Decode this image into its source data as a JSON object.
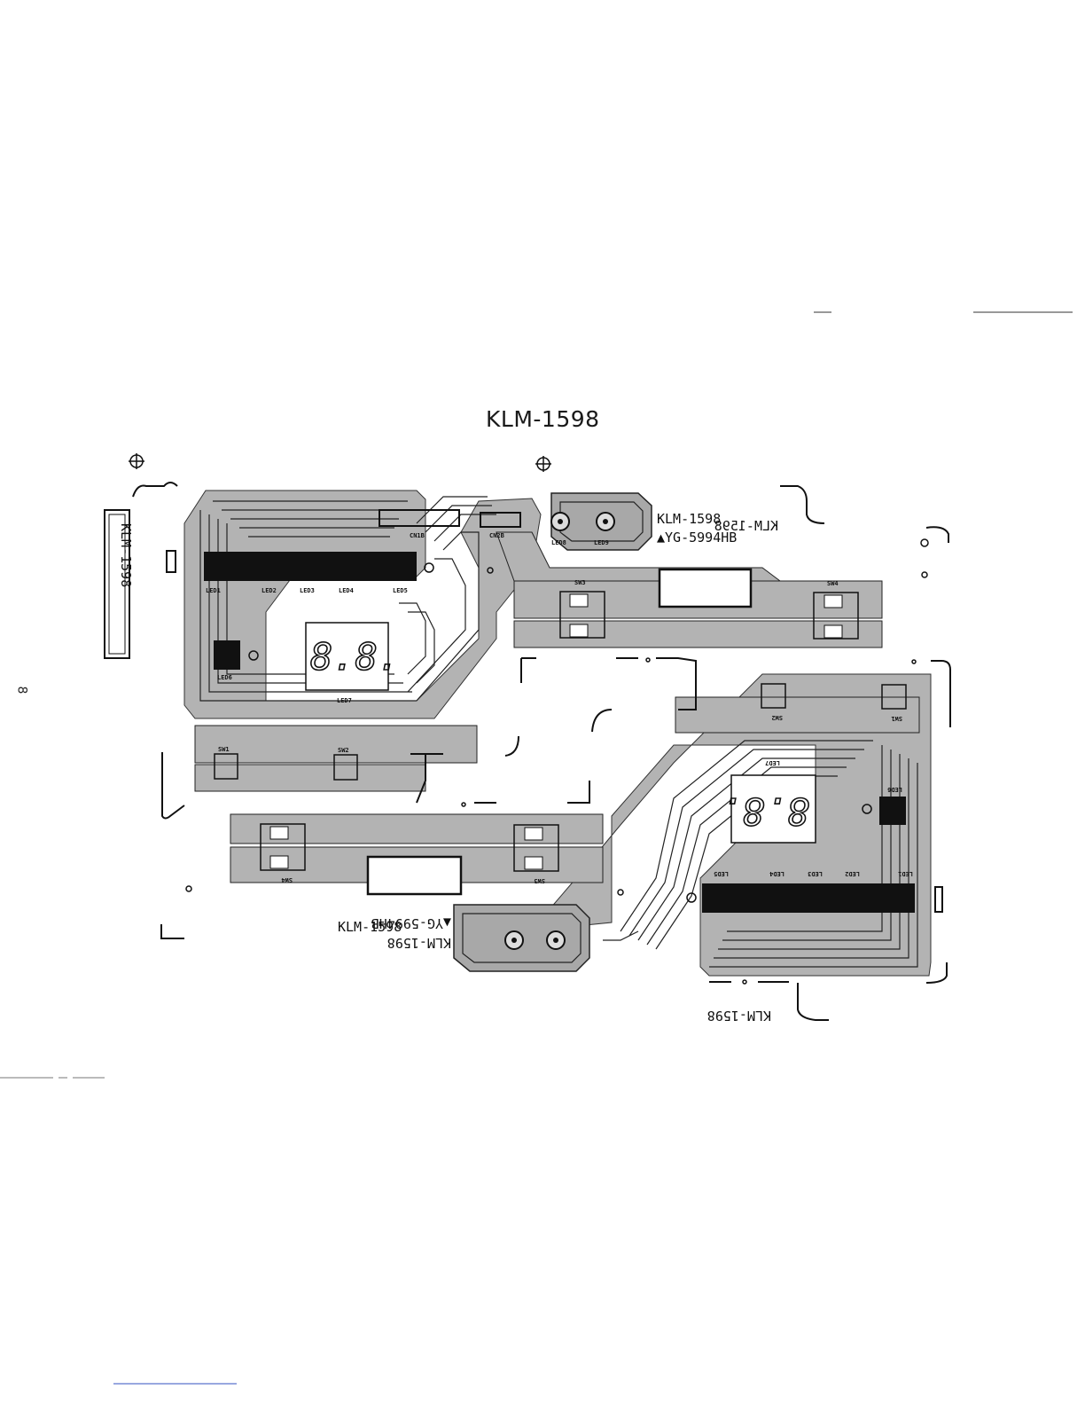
{
  "page_number": "8",
  "diagram_title": "KLM-1598",
  "board": {
    "model_label": "KLM-1598",
    "part_label": "▲YG-5994HB",
    "bottom_label": "KLM-1598",
    "side_label": "KLM-1598"
  },
  "upper_half": {
    "connectors": [
      "CN1B",
      "CN2B"
    ],
    "leds_top": [
      "LED8",
      "LED9"
    ],
    "leds_row": [
      "LED1",
      "LED2",
      "LED3",
      "LED4",
      "LED5"
    ],
    "led6": "LED6",
    "led7": "LED7",
    "switches": [
      "SW1",
      "SW2",
      "SW3",
      "SW4"
    ],
    "display_digits": "8.8."
  },
  "lower_half": {
    "leds_row": [
      "LED5",
      "LED4",
      "LED3",
      "LED2",
      "LED1"
    ],
    "led6": "LED6",
    "led7": "LED7",
    "switches": [
      "SW1",
      "SW2",
      "SW3",
      "SW4"
    ],
    "display_digits": "8.8."
  }
}
